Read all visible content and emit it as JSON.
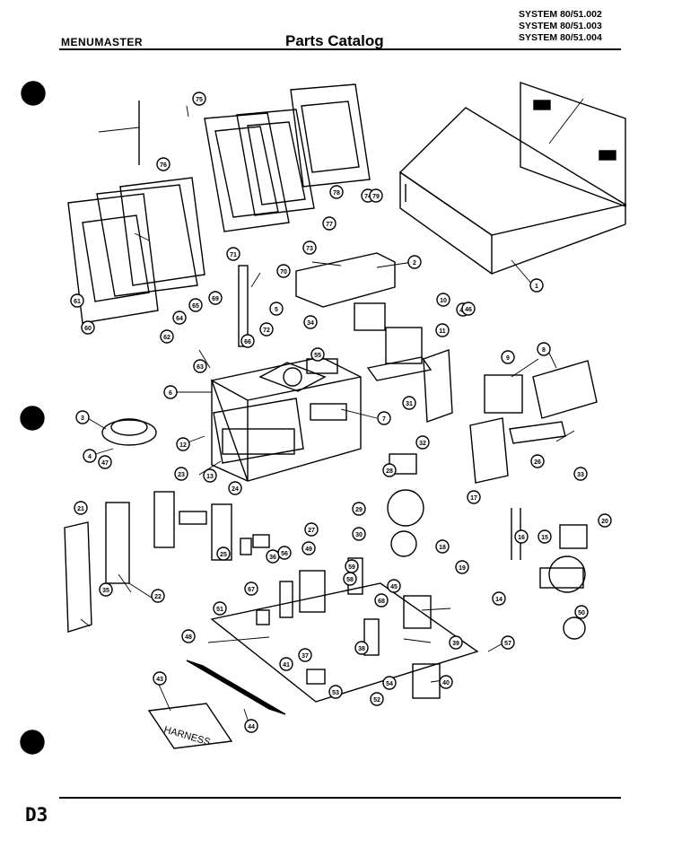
{
  "header": {
    "brand": "MENUMASTER",
    "title": "Parts Catalog",
    "systems": [
      "SYSTEM 80/51.002",
      "SYSTEM 80/51.003",
      "SYSTEM 80/51.004"
    ]
  },
  "footer": {
    "page_id": "D3"
  },
  "diagram": {
    "harness_label": "HARNESS",
    "callouts": [
      "1",
      "2",
      "3",
      "4",
      "5",
      "6",
      "7",
      "8",
      "9",
      "10",
      "11",
      "12",
      "13",
      "14",
      "15",
      "16",
      "17",
      "18",
      "19",
      "20",
      "21",
      "22",
      "23",
      "24",
      "25",
      "26",
      "27",
      "28",
      "29",
      "30",
      "31",
      "32",
      "33",
      "34",
      "35",
      "36",
      "37",
      "38",
      "39",
      "40",
      "41",
      "42",
      "43",
      "44",
      "45",
      "46",
      "47",
      "48",
      "49",
      "50",
      "51",
      "52",
      "53",
      "54",
      "55",
      "56",
      "57",
      "58",
      "59",
      "60",
      "61",
      "62",
      "63",
      "64",
      "65",
      "66",
      "67",
      "68",
      "69",
      "70",
      "71",
      "72",
      "73",
      "74",
      "75",
      "76",
      "77",
      "78",
      "79"
    ]
  }
}
